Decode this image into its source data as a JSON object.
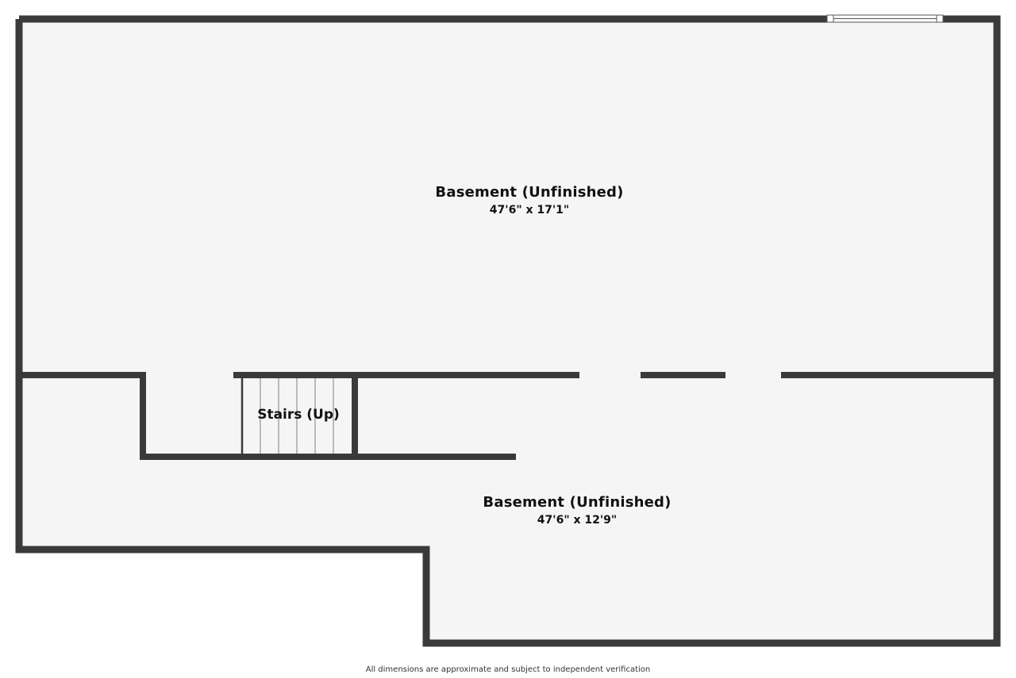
{
  "rooms": {
    "upper": {
      "name": "Basement (Unfinished)",
      "dimensions": "47'6\" x 17'1\""
    },
    "lower": {
      "name": "Basement (Unfinished)",
      "dimensions": "47'6\" x 12'9\""
    },
    "stairs": {
      "name": "Stairs (Up)"
    }
  },
  "disclaimer": "All dimensions are approximate and subject to independent verification",
  "colors": {
    "wall": "#3a3a3a",
    "floor": "#f5f5f5",
    "stair_tread": "#9a9a9a",
    "window": "#ffffff"
  }
}
